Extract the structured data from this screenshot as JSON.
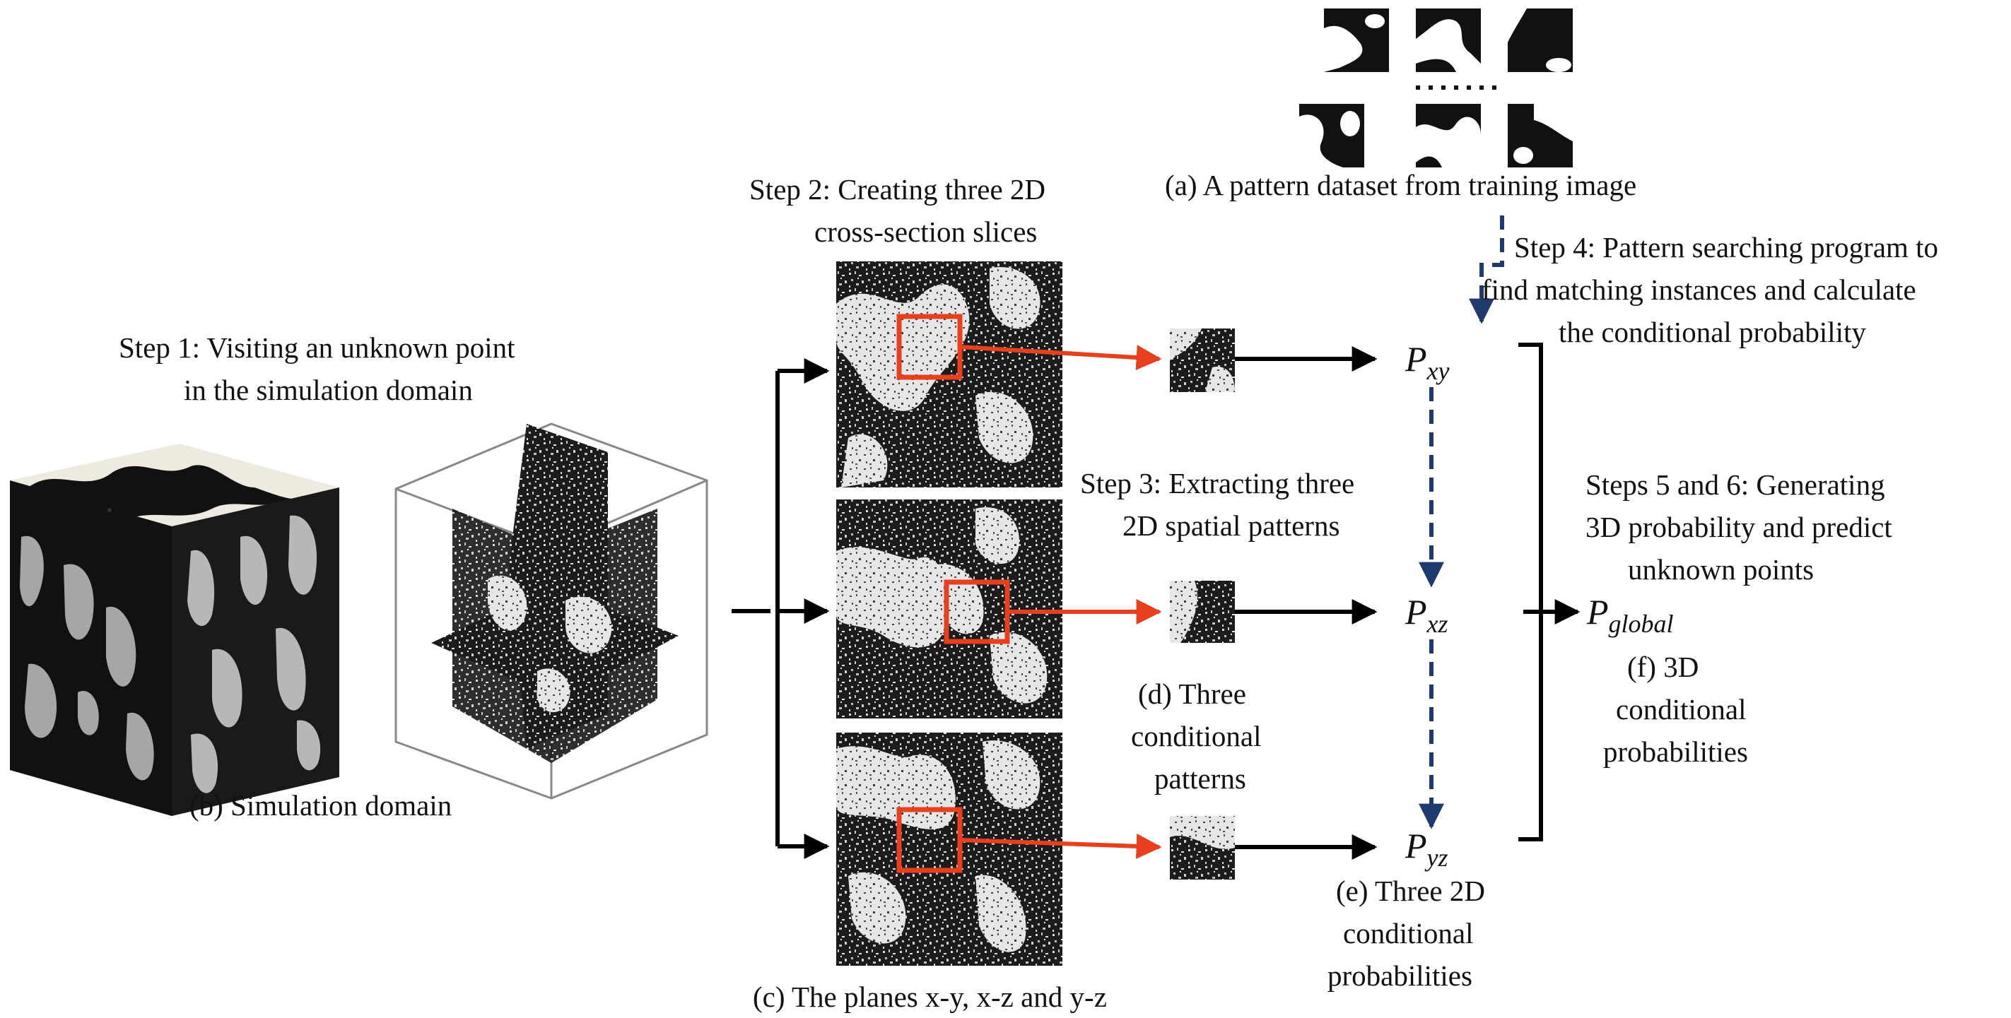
{
  "captions": {
    "a": "(a) A pattern dataset from training image",
    "b": "(b) Simulation domain",
    "c": "(c) The planes x-y, x-z and y-z",
    "d_1": "(d) Three",
    "d_2": "conditional",
    "d_3": "patterns",
    "e_1": "(e) Three 2D",
    "e_2": "conditional",
    "e_3": "probabilities",
    "f_1": "(f) 3D",
    "f_2": "conditional",
    "f_3": "probabilities"
  },
  "steps": {
    "step1_1": "Step 1: Visiting an unknown point",
    "step1_2": "in the simulation domain",
    "step2_1": "Step 2: Creating three 2D",
    "step2_2": "cross-section slices",
    "step3_1": "Step 3: Extracting three",
    "step3_2": "2D spatial patterns",
    "step4_1": "Step 4: Pattern searching program to",
    "step4_2": "find matching instances and calculate",
    "step4_3": "the conditional probability",
    "step56_1": "Steps 5 and 6: Generating",
    "step56_2": "3D probability and predict",
    "step56_3": "unknown points"
  },
  "probabilities": {
    "p_xy_base": "P",
    "p_xy_sub": "xy",
    "p_xz_base": "P",
    "p_xz_sub": "xz",
    "p_yz_base": "P",
    "p_yz_sub": "yz",
    "p_global_base": "P",
    "p_global_sub": "global"
  },
  "colors": {
    "highlight": "#e8401c",
    "dashed_flow": "#1f3a6e",
    "arrow": "#000000",
    "phase_dark": "#111111",
    "phase_light": "#eeeae0",
    "phase_gray": "#a6a6a6"
  }
}
